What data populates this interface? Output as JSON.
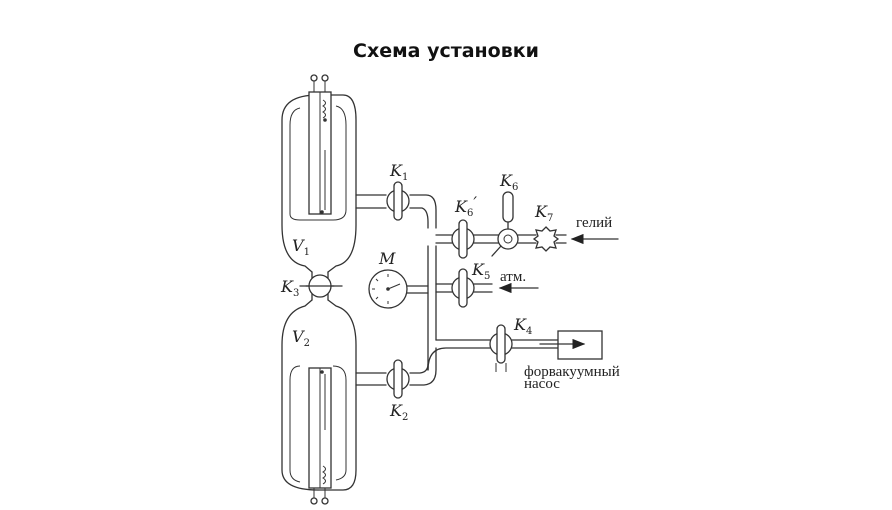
{
  "title": "Схема установки",
  "labels": {
    "v1": "V",
    "v1_sub": "1",
    "v2": "V",
    "v2_sub": "2",
    "m": "M",
    "k1": "K",
    "k1_sub": "1",
    "k2": "K",
    "k2_sub": "2",
    "k3": "K",
    "k3_sub": "3",
    "k4": "K",
    "k4_sub": "4",
    "k5": "K",
    "k5_sub": "5",
    "k6": "K",
    "k6_sub": "6",
    "k6p": "K",
    "k6p_sub": "6",
    "k7": "K",
    "k7_sub": "7",
    "helium": "гелий",
    "atm": "атм.",
    "pump_line1": "форвакуумный",
    "pump_line2": "насос"
  }
}
